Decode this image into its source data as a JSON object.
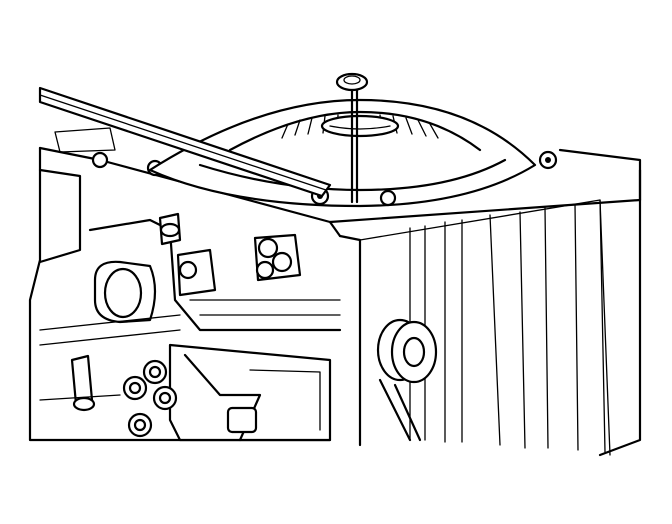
{
  "figure": {
    "description_visible_text": "",
    "colors": {
      "line": "#000000",
      "background": "#ffffff"
    },
    "parts": [
      "transmission-case",
      "accumulator-cover-dome",
      "seal-ring",
      "installation-pin-tool",
      "straightedge-bar",
      "valve-body",
      "case-bore",
      "shaft-bushing",
      "mounting-bolts"
    ]
  }
}
